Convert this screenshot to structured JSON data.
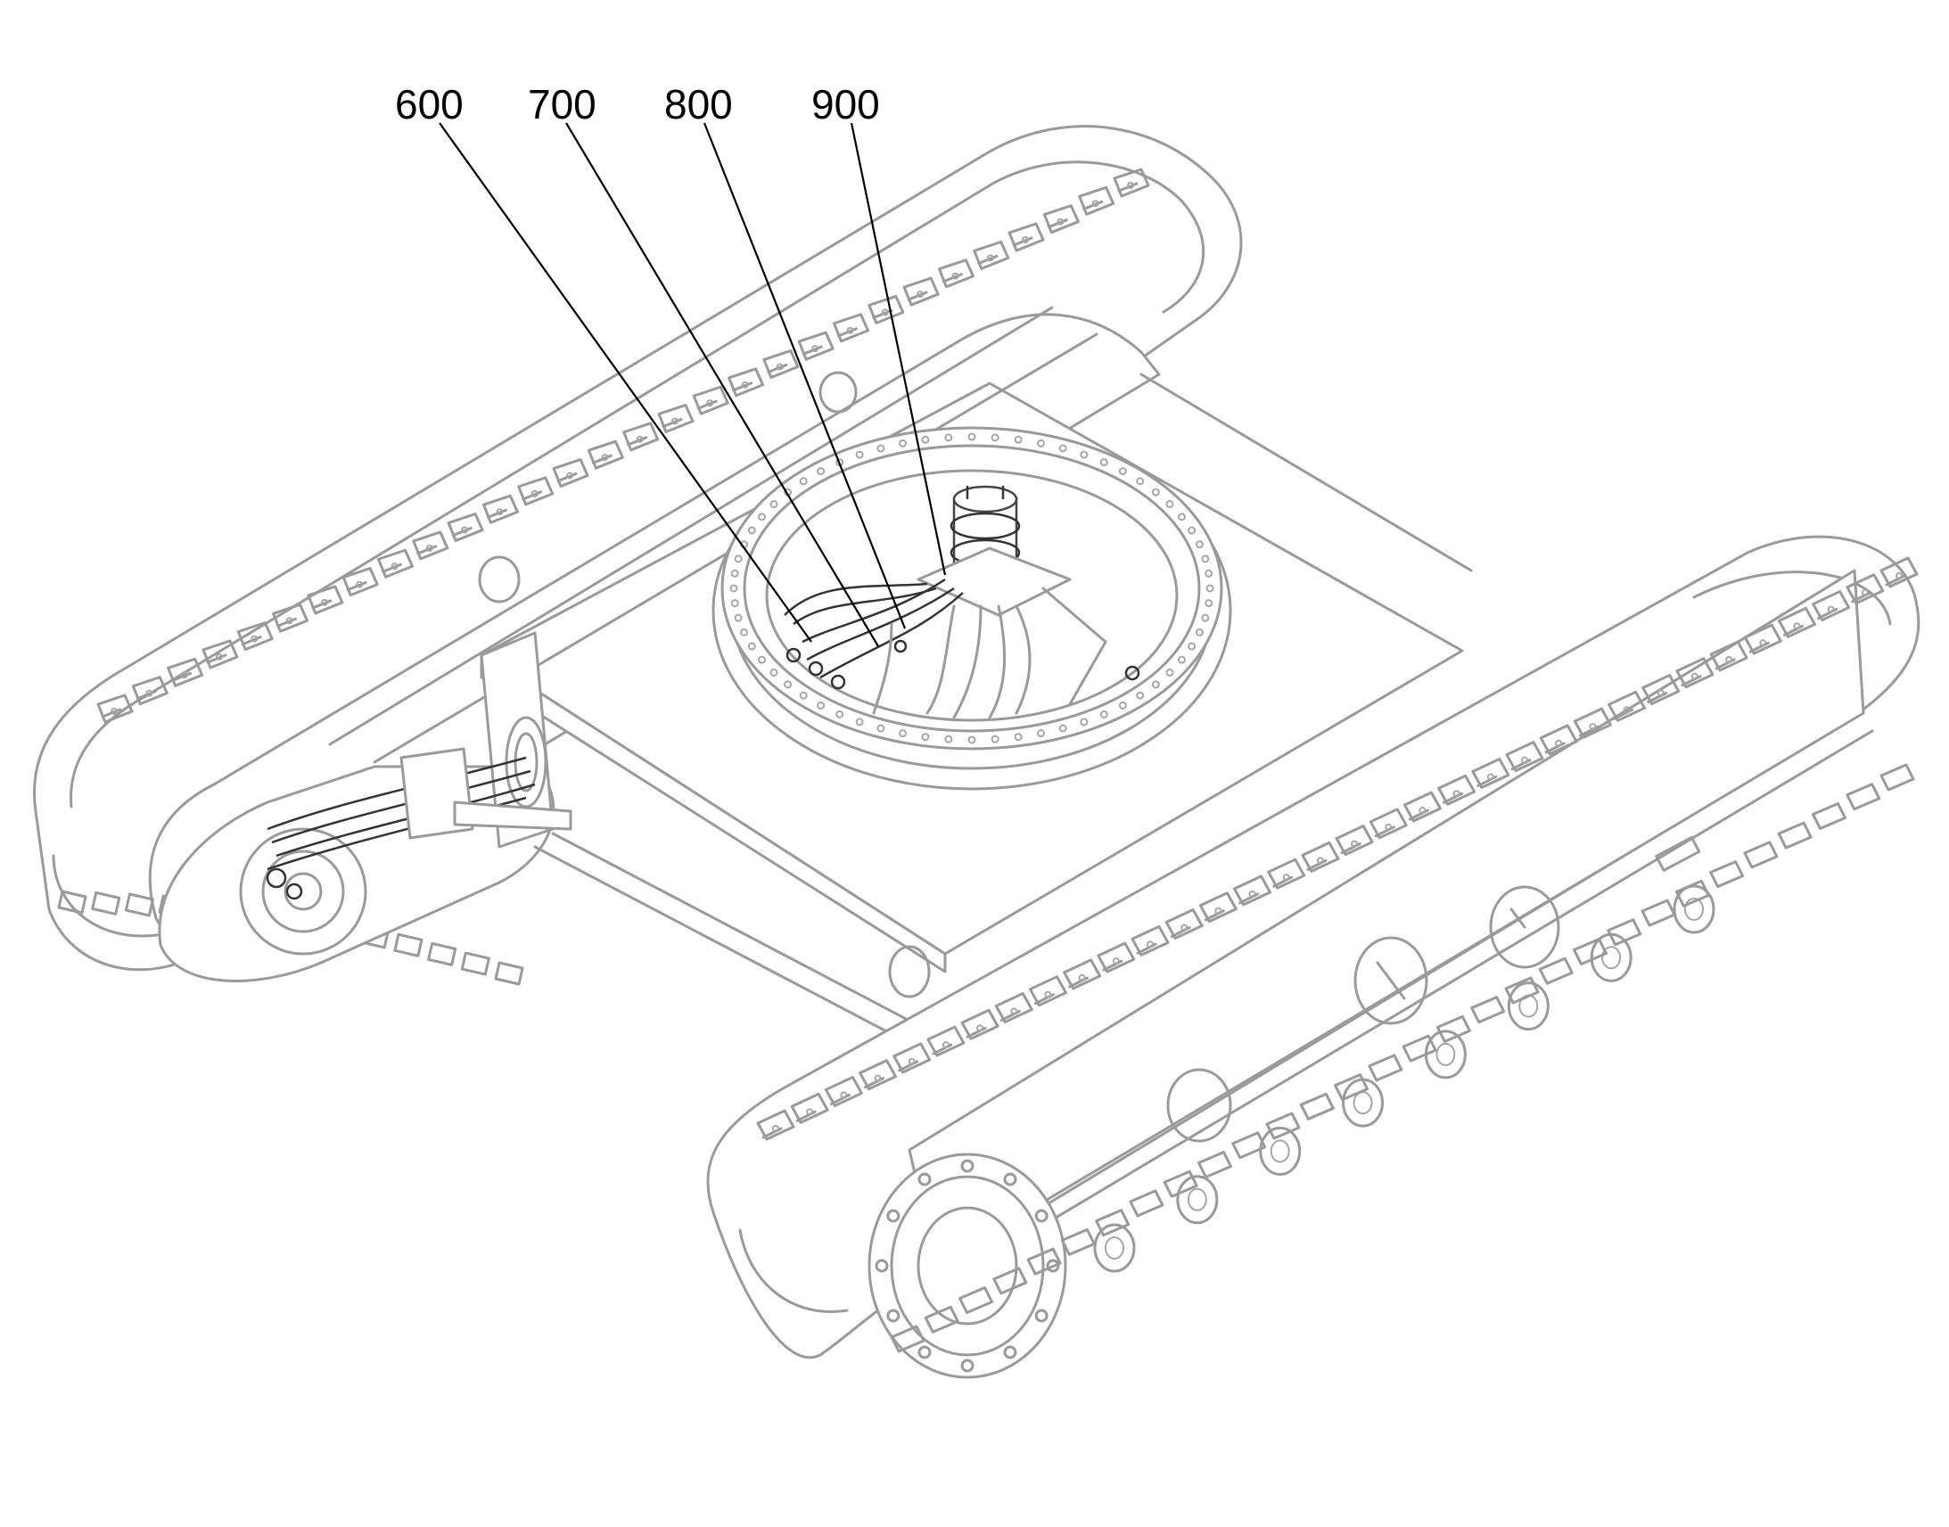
{
  "diagram": {
    "callouts": [
      {
        "label": "600"
      },
      {
        "label": "700"
      },
      {
        "label": "800"
      },
      {
        "label": "900"
      }
    ],
    "colors": {
      "line_art": "#9a9a9a",
      "highlight": "#333333",
      "callout_text": "#000000",
      "background": "#ffffff"
    }
  }
}
